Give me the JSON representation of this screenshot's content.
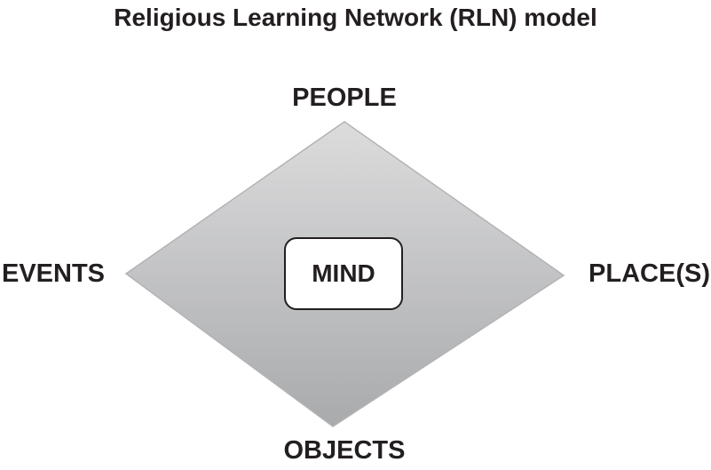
{
  "diagram": {
    "title": "Religious Learning Network (RLN) model",
    "nodes": {
      "top": "PEOPLE",
      "right": "PLACE(S)",
      "bottom": "OBJECTS",
      "left": "EVENTS",
      "center": "MIND"
    },
    "colors": {
      "diamond_fill_top": "#dcdcdd",
      "diamond_fill_bottom": "#a9aaac",
      "diamond_stroke": "#b3b3b5",
      "text": "#231f20",
      "center_fill": "#ffffff"
    }
  }
}
